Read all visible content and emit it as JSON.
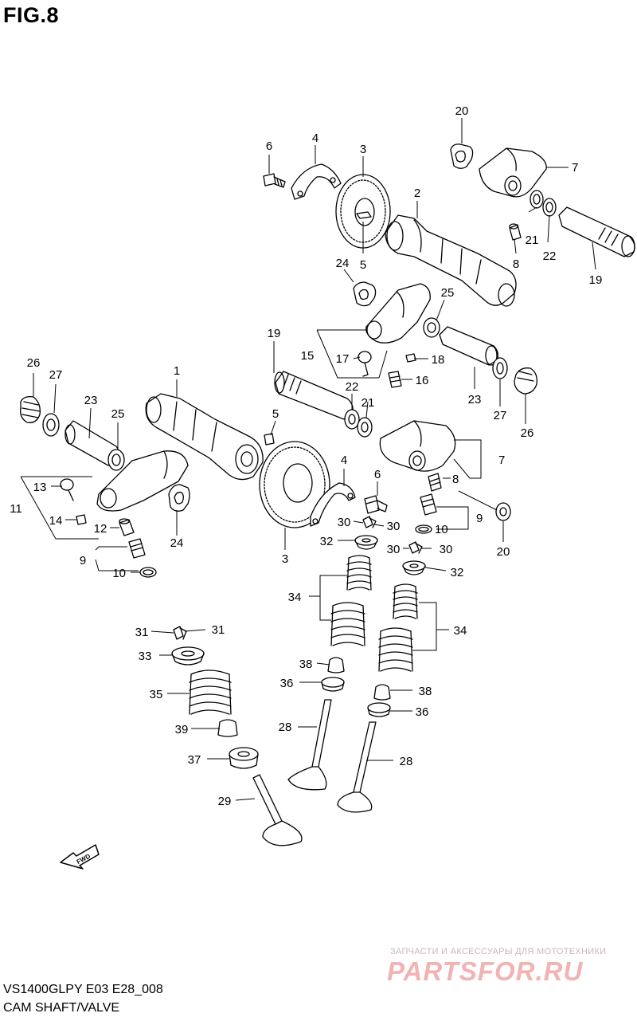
{
  "figure": {
    "title": "FIG.8"
  },
  "footer": {
    "model_code": "VS1400GLPY E03 E28_008",
    "section_name": "CAM SHAFT/VALVE"
  },
  "watermark": {
    "tagline": "ЗАПЧАСТИ И АКСЕССУАРЫ ДЛЯ МОТОТЕХНИКИ",
    "logo": "PARTSFOR.RU"
  },
  "fwd_marker": {
    "label": "FWD"
  },
  "callouts": {
    "c20_top": "20",
    "c6_top": "6",
    "c4_top": "4",
    "c3_top": "3",
    "c7_top": "7",
    "c2": "2",
    "c21_top": "21",
    "c22_top": "22",
    "c8_top": "8",
    "c19_right": "19",
    "c5_top": "5",
    "c24_top": "24",
    "c25_mid": "25",
    "c19_mid": "19",
    "c15": "15",
    "c17": "17",
    "c18": "18",
    "c16": "16",
    "c22_mid": "22",
    "c21_mid": "21",
    "c23_right": "23",
    "c27_right": "27",
    "c26_right": "26",
    "c26_left": "26",
    "c27_left": "27",
    "c1": "1",
    "c23_left": "23",
    "c25_left": "25",
    "c5_mid": "5",
    "c7_mid": "7",
    "c8_mid": "8",
    "c4_mid": "4",
    "c6_mid": "6",
    "c9_right": "9",
    "c10_right": "10",
    "c20_mid": "20",
    "c13": "13",
    "c11": "11",
    "c14": "14",
    "c12": "12",
    "c24_left": "24",
    "c9_left": "9",
    "c10_left": "10",
    "c3_mid": "3",
    "c30_a": "30",
    "c30_b": "30",
    "c30_c": "30",
    "c30_d": "30",
    "c32_left": "32",
    "c32_right": "32",
    "c34_left": "34",
    "c34_right": "34",
    "c31_a": "31",
    "c31_b": "31",
    "c33": "33",
    "c38_left": "38",
    "c36_left": "36",
    "c35": "35",
    "c38_right": "38",
    "c36_right": "36",
    "c28_left": "28",
    "c39": "39",
    "c37": "37",
    "c28_right": "28",
    "c29": "29"
  }
}
